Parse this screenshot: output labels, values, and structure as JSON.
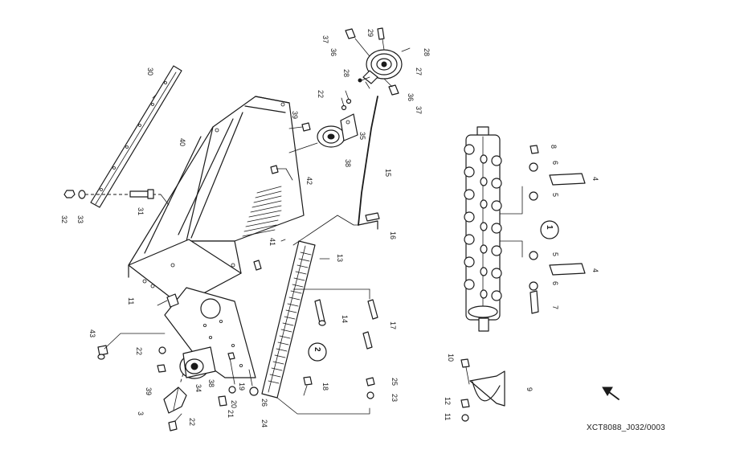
{
  "reference_code": "XCT8088_J032/0003",
  "callouts": {
    "c1": "1",
    "c2": "2",
    "c3": "3",
    "c4a": "4",
    "c4b": "4",
    "c5a": "5",
    "c5b": "5",
    "c6a": "6",
    "c6b": "6",
    "c7": "7",
    "c8": "8",
    "c9": "9",
    "c10": "10",
    "c11a": "11",
    "c11b": "11",
    "c12": "12",
    "c13": "13",
    "c14": "14",
    "c15": "15",
    "c16": "16",
    "c17": "17",
    "c18": "18",
    "c19": "19",
    "c20": "20",
    "c21": "21",
    "c22a": "22",
    "c22b": "22",
    "c22c": "22",
    "c23": "23",
    "c24": "24",
    "c25": "25",
    "c26": "26",
    "c27": "27",
    "c28a": "28",
    "c28b": "28",
    "c29": "29",
    "c30": "30",
    "c31": "31",
    "c32": "32",
    "c33": "33",
    "c34": "34",
    "c35": "35",
    "c36a": "36",
    "c36b": "36",
    "c37a": "37",
    "c37b": "37",
    "c38a": "38",
    "c38b": "38",
    "c39a": "39",
    "c39b": "39",
    "c40": "40",
    "c41": "41",
    "c42": "42",
    "c43": "43"
  }
}
